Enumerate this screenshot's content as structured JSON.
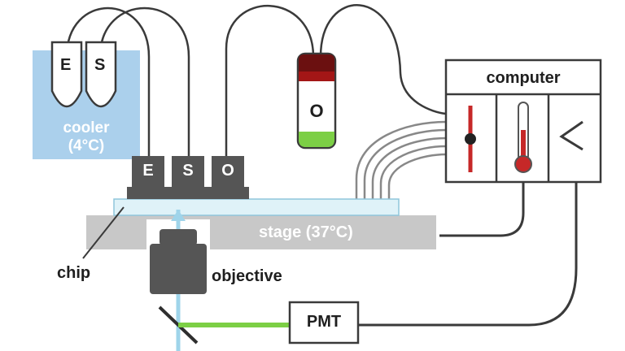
{
  "cooler": {
    "line1": "cooler",
    "line2": "(4°C)",
    "fill": "#abd0ec",
    "text_color": "#ffffff"
  },
  "tubes": {
    "left": "E",
    "right": "S"
  },
  "reservoir": {
    "label": "O",
    "cap_color": "#6b1010",
    "fill_color": "#7ccf45"
  },
  "ports": [
    "E",
    "S",
    "O"
  ],
  "computer": {
    "title": "computer",
    "icons": [
      "syringe-pump-icon",
      "thermometer-icon",
      "signal-trace-icon"
    ],
    "accent": "#c62828"
  },
  "stage": {
    "label": "stage (37°C)",
    "fill": "#c8c8c8",
    "text_color": "#ffffff"
  },
  "chip": {
    "label": "chip",
    "fill": "#dff2f8"
  },
  "objective": {
    "label": "objective",
    "fill": "#555555"
  },
  "pmt": {
    "label": "PMT"
  },
  "colors": {
    "light_path": "#9fd4ea",
    "fluorescence_path": "#7ccf45",
    "wire": "#444444"
  }
}
